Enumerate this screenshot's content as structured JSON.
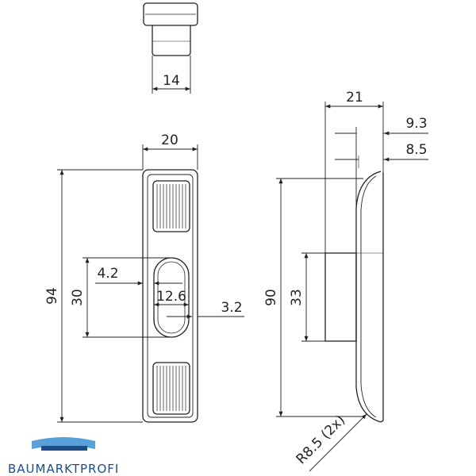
{
  "dimensions": {
    "top_width": "14",
    "front_width": "20",
    "front_height": "94",
    "slot_height": "30",
    "slot_offset": "4.2",
    "slot_width": "12.6",
    "wall": "3.2",
    "side_depth": "21",
    "lip_a": "9.3",
    "lip_b": "8.5",
    "side_height": "90",
    "insert_height": "33",
    "radius": "R8.5 (2x)"
  },
  "brand": {
    "name": "BAUMARKTPROFI",
    "color": "#1a4f8a",
    "accent": "#5aa0d8"
  }
}
